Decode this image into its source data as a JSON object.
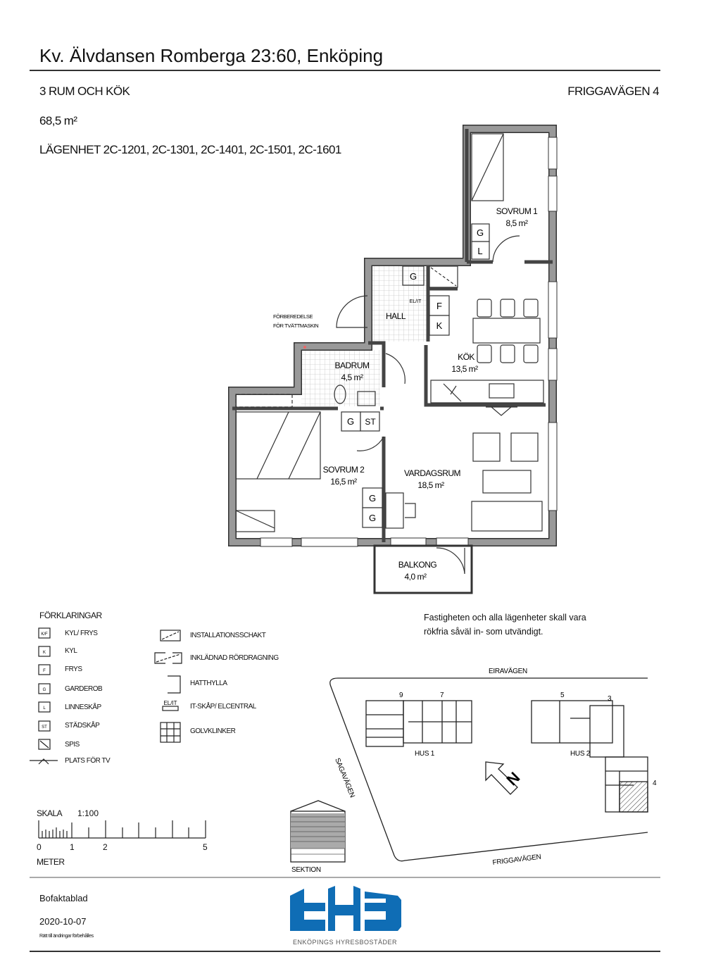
{
  "header": {
    "title": "Kv. Älvdansen Romberga 23:60, Enköping",
    "apartment_type": "3 RUM OCH KÖK",
    "address": "FRIGGAVÄGEN 4",
    "area": "68,5 m²",
    "units": "LÄGENHET 2C-1201, 2C-1301, 2C-1401, 2C-1501, 2C-1601"
  },
  "plan": {
    "rooms": [
      {
        "name": "SOVRUM 1",
        "area": "8,5 m²"
      },
      {
        "name": "HALL",
        "area": ""
      },
      {
        "name": "KÖK",
        "area": "13,5 m²"
      },
      {
        "name": "BADRUM",
        "area": "4,5 m²"
      },
      {
        "name": "SOVRUM 2",
        "area": "16,5 m²"
      },
      {
        "name": "VARDAGSRUM",
        "area": "18,5 m²"
      },
      {
        "name": "BALKONG",
        "area": "4,0 m²"
      }
    ],
    "note_washer_1": "FÖRBEREDELSE",
    "note_washer_2": "FÖR TVÄTTMASKIN",
    "elit": "EL/IT",
    "marks": {
      "g": "G",
      "l": "L",
      "f": "F",
      "k": "K",
      "st": "ST"
    }
  },
  "legend": {
    "title": "FÖRKLARINGAR",
    "left": [
      {
        "icon": "K/F",
        "label": "KYL/ FRYS"
      },
      {
        "icon": "K",
        "label": "KYL"
      },
      {
        "icon": "F",
        "label": "FRYS"
      },
      {
        "icon": "G",
        "label": "GARDEROB"
      },
      {
        "icon": "L",
        "label": "LINNESKÅP"
      },
      {
        "icon": "ST",
        "label": "STÄDSKÅP"
      },
      {
        "icon": "stove",
        "label": "SPIS"
      },
      {
        "icon": "tv",
        "label": "PLATS FÖR TV"
      }
    ],
    "right": [
      {
        "icon": "shaft",
        "label": "INSTALLATIONSSCHAKT"
      },
      {
        "icon": "pipes",
        "label": "INKLÄDNAD RÖRDRAGNING"
      },
      {
        "icon": "hatshelf",
        "label": "HATTHYLLA"
      },
      {
        "icon": "EL/IT",
        "label": "IT-SKÅP/ ELCENTRAL"
      },
      {
        "icon": "tiles",
        "label": "GOLVKLINKER"
      }
    ]
  },
  "notice": {
    "line1": "Fastigheten och alla lägenheter skall vara",
    "line2": "rökfria såväl in- som utvändigt."
  },
  "scale": {
    "label": "SKALA",
    "ratio": "1:100",
    "ticks": [
      "0",
      "1",
      "2",
      "5"
    ],
    "unit": "METER"
  },
  "sitemap": {
    "streets": {
      "north": "EIRAVÄGEN",
      "west": "SAGAVÄGEN",
      "south": "FRIGGAVÄGEN"
    },
    "houses": [
      "HUS 1",
      "HUS 2"
    ],
    "numbers": [
      "9",
      "7",
      "5",
      "3",
      "4"
    ],
    "section_label": "SEKTION"
  },
  "footer": {
    "doc_type": "Bofaktablad",
    "date": "2020-10-07",
    "disclaimer": "Rätt till ändringar förbehålles",
    "logo_text": "ENKÖPINGS HYRESBOSTÄDER"
  },
  "colors": {
    "brand": "#0f6db5",
    "wall": "#8a8a8a",
    "tile": "#cfcfcf"
  }
}
